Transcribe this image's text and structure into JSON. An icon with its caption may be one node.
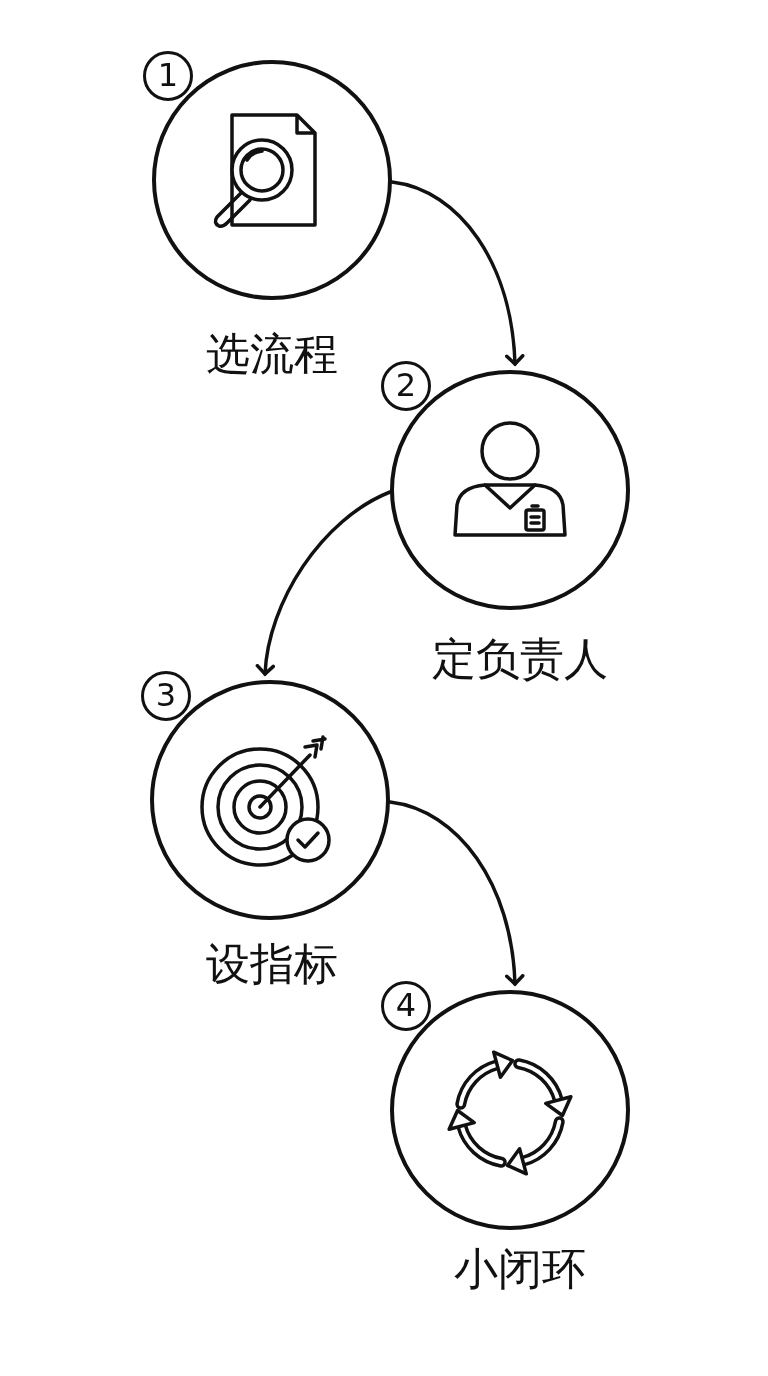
{
  "diagram": {
    "nodes": [
      {
        "text": [
          "1",
          "选流程"
        ]
      },
      {
        "text": [
          "2",
          "定负责人"
        ]
      },
      {
        "text": [
          "3",
          "设指标"
        ]
      },
      {
        "text": [
          "4",
          "小闭环"
        ]
      }
    ],
    "edges": [
      {
        "from": 0,
        "to": 1,
        "arrow": "to"
      },
      {
        "from": 1,
        "to": 2,
        "arrow": "to"
      },
      {
        "from": 2,
        "to": 3,
        "arrow": "to"
      }
    ]
  }
}
